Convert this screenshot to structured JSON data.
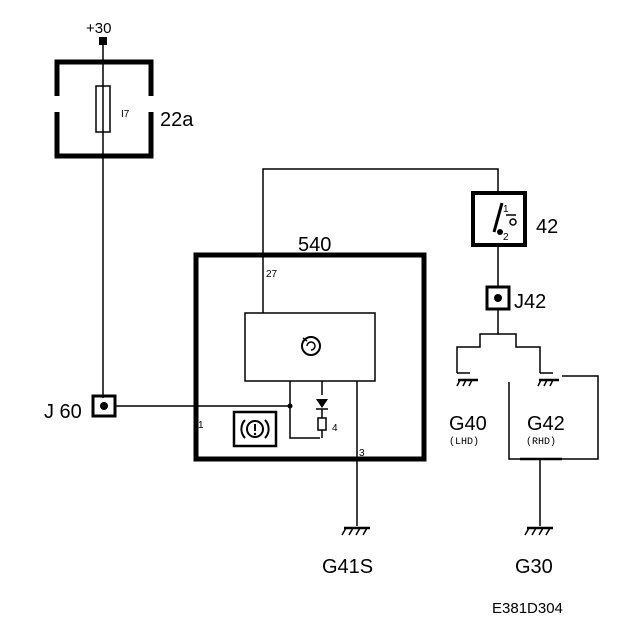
{
  "supply": {
    "label": "+30"
  },
  "fuse_box": {
    "label": "22a",
    "fuse_label": "I7"
  },
  "module": {
    "label": "540",
    "pin_27": "27",
    "pin_1": "1",
    "pin_3": "3",
    "pin_4": "4"
  },
  "switch": {
    "label": "42",
    "pin_1": "1",
    "pin_2": "2"
  },
  "connectors": {
    "j60": "J 60",
    "j42": "J42"
  },
  "grounds": {
    "g40": "G40",
    "g40_note": "(LHD)",
    "g42": "G42",
    "g42_note": "(RHD)",
    "g41s": "G41S",
    "g30": "G30"
  },
  "figure_id": "E381D304"
}
